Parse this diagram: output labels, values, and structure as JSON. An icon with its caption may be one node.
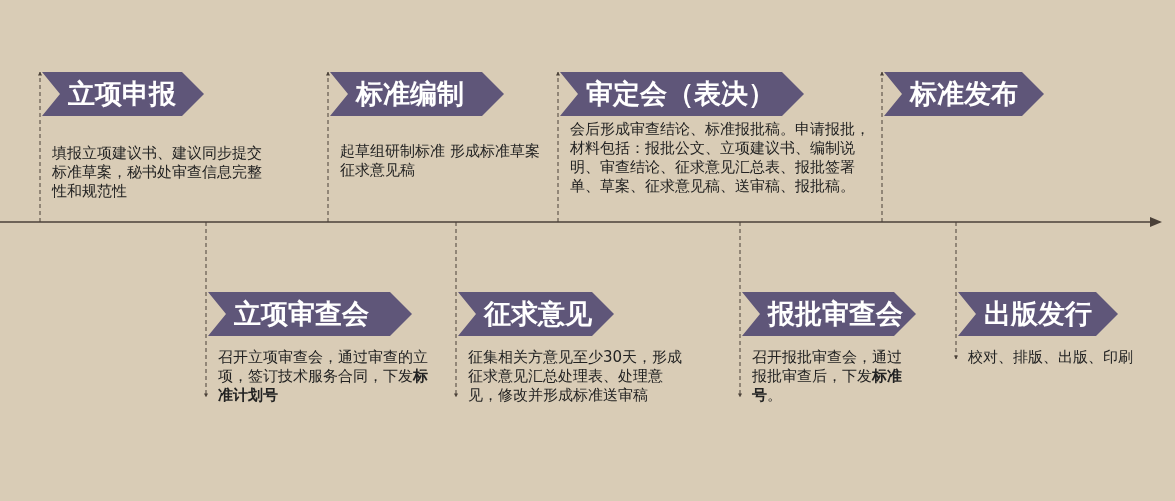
{
  "diagram": {
    "nodes": [
      {
        "text": [
          "立项申报",
          "填报立项建议书、建议同步提交标准草案，秘书处审查信息完整性和规范性"
        ]
      },
      {
        "text": [
          "立项审查会",
          "召开立项审查会，通过审查的立项，签订技术服务合同，下发**标准计划号**"
        ]
      },
      {
        "text": [
          "标准编制",
          "起草组研制标准 形成标准草案征求意见稿"
        ]
      },
      {
        "text": [
          "征求意见",
          "征集相关方意见至少30天，形成征求意见汇总处理表、处理意见，修改并形成标准送审稿"
        ]
      },
      {
        "text": [
          "审定会（表决）",
          "会后形成审查结论、标准报批稿。申请报批，材料包括：报批公文、立项建议书、编制说明、审查结论、征求意见汇总表、报批签署单、草案、征求意见稿、送审稿、报批稿。"
        ]
      },
      {
        "text": [
          "报批审查会",
          "召开报批审查会，通过报批审查后，下发**标准号**。"
        ]
      },
      {
        "text": [
          "标准发布"
        ]
      },
      {
        "text": [
          "出版发行",
          "校对、排版、出版、印刷"
        ]
      }
    ],
    "edges": [
      {
        "from": null,
        "to": 0,
        "arrow": "to",
        "style": "dashed"
      },
      {
        "from": null,
        "to": 1,
        "arrow": "to",
        "style": "dashed"
      },
      {
        "from": null,
        "to": 2,
        "arrow": "to",
        "style": "dashed"
      },
      {
        "from": null,
        "to": 3,
        "arrow": "to",
        "style": "dashed"
      },
      {
        "from": null,
        "to": 4,
        "arrow": "to",
        "style": "dashed"
      },
      {
        "from": null,
        "to": 5,
        "arrow": "to",
        "style": "dashed"
      },
      {
        "from": null,
        "to": 6,
        "arrow": "to",
        "style": "dashed"
      },
      {
        "from": null,
        "to": 7,
        "arrow": "to",
        "style": "dashed"
      }
    ]
  }
}
